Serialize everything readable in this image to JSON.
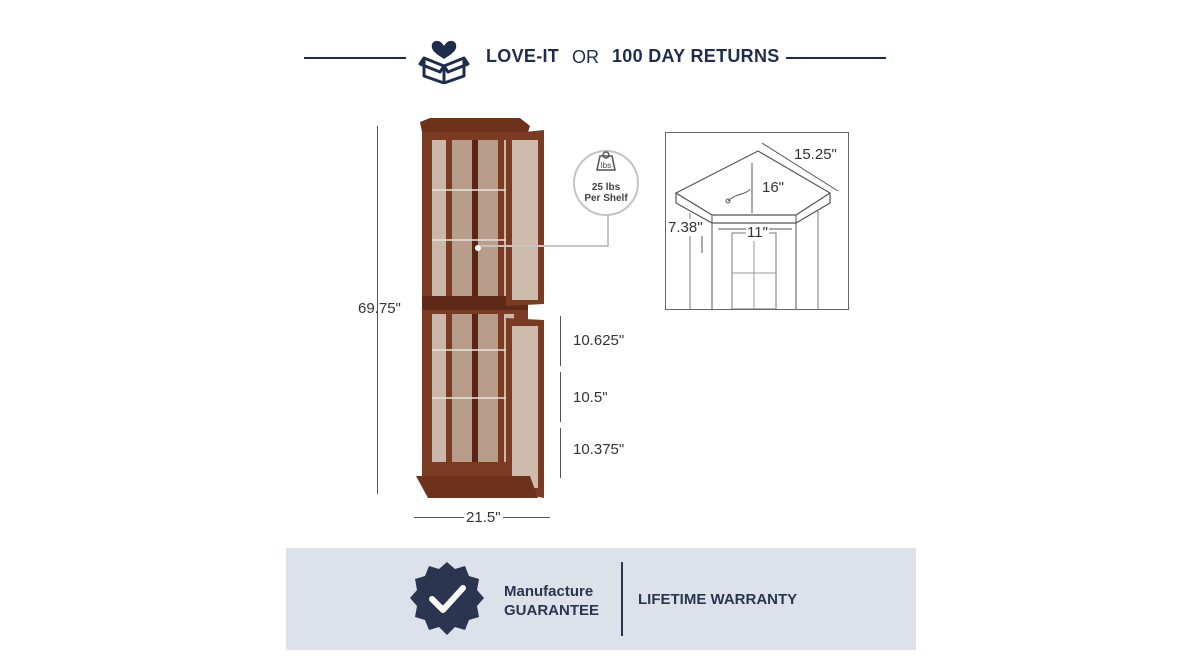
{
  "header": {
    "love_it": "LOVE-IT",
    "or": "OR",
    "returns": "100 DAY RETURNS"
  },
  "dimensions": {
    "height_total": "69.75\"",
    "width": "21.5\"",
    "shelf_gap_1": "10.625\"",
    "shelf_gap_2": "10.5\"",
    "shelf_gap_3": "10.375\"",
    "top_depth": "15.25\"",
    "top_diagonal": "16\"",
    "top_front": "11\"",
    "top_side": "7.38\""
  },
  "shelf_badge": {
    "unit": "lbs",
    "line1": "25 lbs",
    "line2": "Per Shelf"
  },
  "banner": {
    "manufacture": "Manufacture",
    "guarantee": "GUARANTEE",
    "warranty": "LIFETIME WARRANTY"
  },
  "colors": {
    "navy": "#1f2d4d",
    "wood": "#7a3b22",
    "banner_bg": "#dde2ea"
  }
}
